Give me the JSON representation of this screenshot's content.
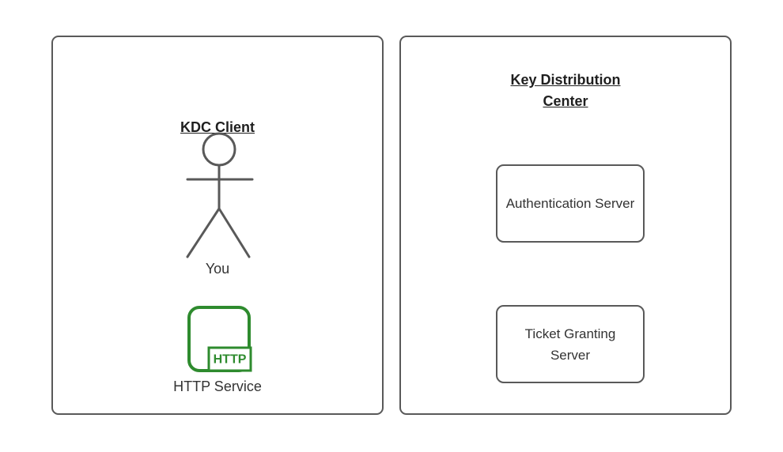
{
  "diagram": {
    "background": "#ffffff",
    "stroke_color": "#595959",
    "text_color": "#333333",
    "accent_green": "#2e8b2e",
    "client_panel": {
      "title": "KDC Client",
      "actor": {
        "icon": "stick-figure-person",
        "label": "You"
      },
      "service": {
        "icon": "http-rounded-square",
        "badge": "HTTP",
        "label": "HTTP Service"
      }
    },
    "kdc_panel": {
      "title": "Key Distribution Center",
      "servers": [
        {
          "label": "Authentication Server"
        },
        {
          "label": "Ticket Granting Server"
        }
      ]
    }
  }
}
